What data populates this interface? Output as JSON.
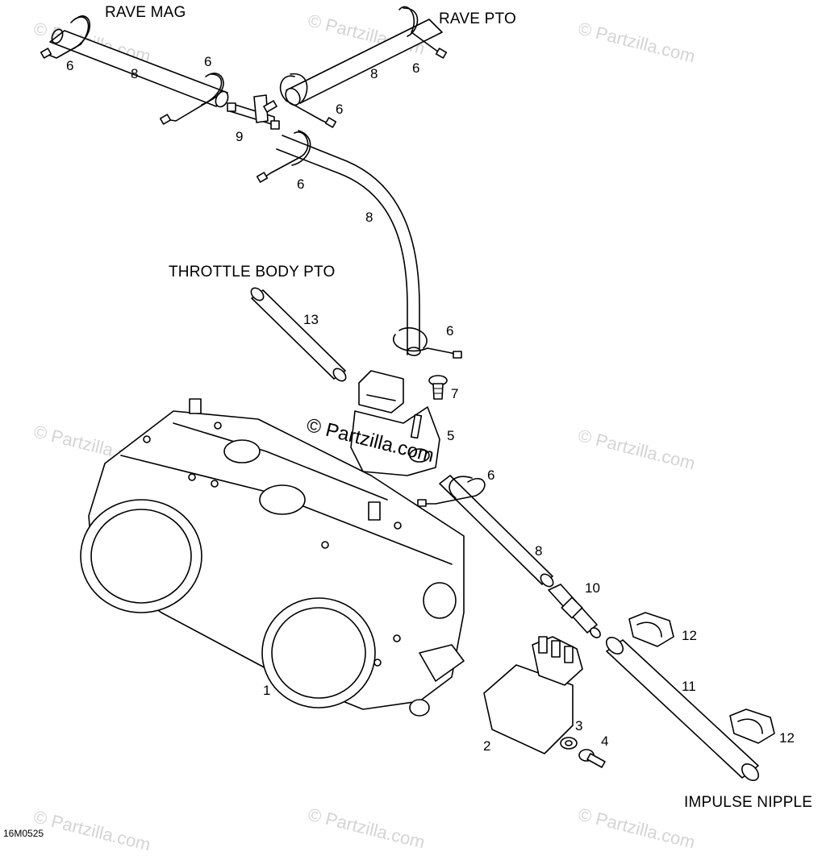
{
  "captions": {
    "rave_mag": "RAVE MAG",
    "rave_pto": "RAVE PTO",
    "throttle_body_pto": "THROTTLE BODY PTO",
    "impulse_nipple": "IMPULSE NIPPLE"
  },
  "diagram_code": "16M0525",
  "watermark": {
    "main": "© Partzilla.com",
    "faint": "© Partzilla.com"
  },
  "callouts": [
    {
      "id": "c1",
      "text": "1"
    },
    {
      "id": "c2",
      "text": "2"
    },
    {
      "id": "c3",
      "text": "3"
    },
    {
      "id": "c4",
      "text": "4"
    },
    {
      "id": "c5",
      "text": "5"
    },
    {
      "id": "c6a",
      "text": "6"
    },
    {
      "id": "c6b",
      "text": "6"
    },
    {
      "id": "c6c",
      "text": "6"
    },
    {
      "id": "c6d",
      "text": "6"
    },
    {
      "id": "c6e",
      "text": "6"
    },
    {
      "id": "c6f",
      "text": "6"
    },
    {
      "id": "c6g",
      "text": "6"
    },
    {
      "id": "c7",
      "text": "7"
    },
    {
      "id": "c8a",
      "text": "8"
    },
    {
      "id": "c8b",
      "text": "8"
    },
    {
      "id": "c8c",
      "text": "8"
    },
    {
      "id": "c8d",
      "text": "8"
    },
    {
      "id": "c9",
      "text": "9"
    },
    {
      "id": "c10",
      "text": "10"
    },
    {
      "id": "c11",
      "text": "11"
    },
    {
      "id": "c12a",
      "text": "12"
    },
    {
      "id": "c12b",
      "text": "12"
    },
    {
      "id": "c13",
      "text": "13"
    }
  ]
}
